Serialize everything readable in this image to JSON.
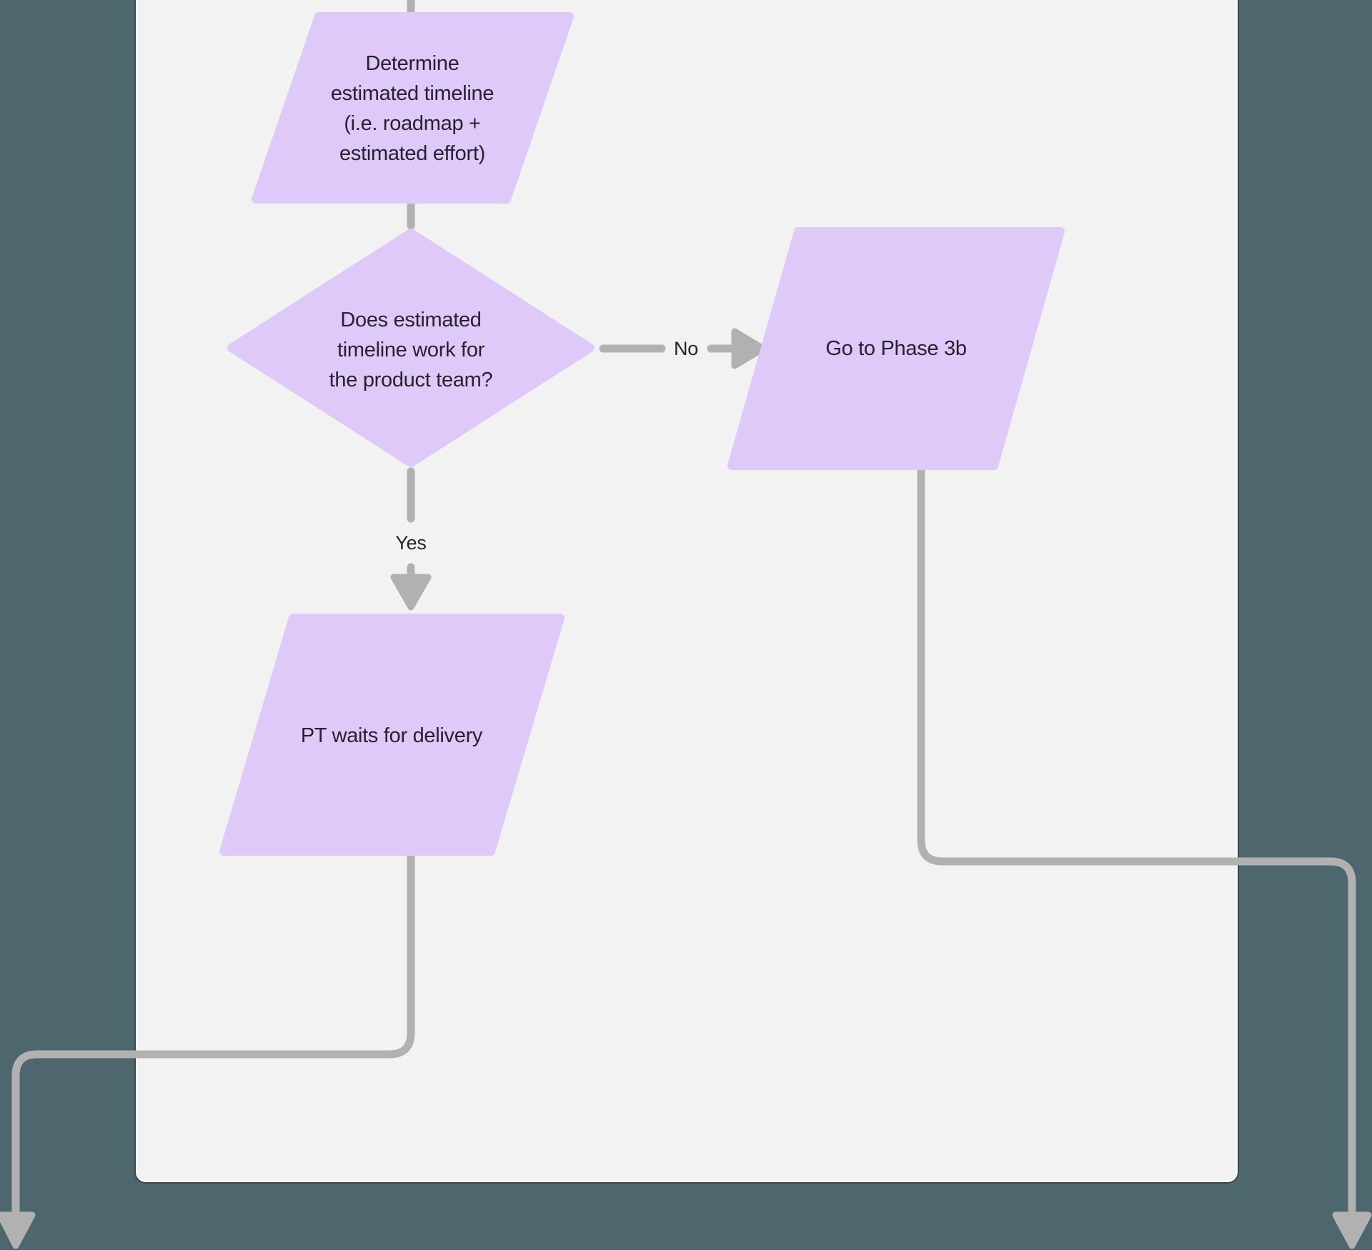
{
  "workspace": {
    "background_color": "#4E666D",
    "canvas_color": "#F2F2F2"
  },
  "diagram": {
    "colors": {
      "node_fill": "#DEC9F8",
      "connector": "#B1B1B1",
      "text": "#26222E"
    },
    "nodes": [
      {
        "id": "determine-estimated-timeline",
        "shape": "parallelogram",
        "label": "Determine\nestimated timeline\n(i.e. roadmap +\nestimated effort)"
      },
      {
        "id": "does-estimated-timeline-work",
        "shape": "diamond",
        "label": "Does estimated\ntimeline work for\nthe product team?"
      },
      {
        "id": "go-to-phase-3b",
        "shape": "parallelogram",
        "label": "Go to Phase 3b"
      },
      {
        "id": "pt-waits-for-delivery",
        "shape": "parallelogram",
        "label": "PT waits for delivery"
      }
    ],
    "edges": [
      {
        "from": "offscreen-top",
        "to": "determine-estimated-timeline",
        "label": ""
      },
      {
        "from": "determine-estimated-timeline",
        "to": "does-estimated-timeline-work",
        "label": ""
      },
      {
        "from": "does-estimated-timeline-work",
        "to": "go-to-phase-3b",
        "label": "No"
      },
      {
        "from": "does-estimated-timeline-work",
        "to": "pt-waits-for-delivery",
        "label": "Yes"
      },
      {
        "from": "pt-waits-for-delivery",
        "to": "offscreen-bottom-left",
        "label": ""
      },
      {
        "from": "go-to-phase-3b",
        "to": "offscreen-bottom-right",
        "label": ""
      }
    ]
  }
}
